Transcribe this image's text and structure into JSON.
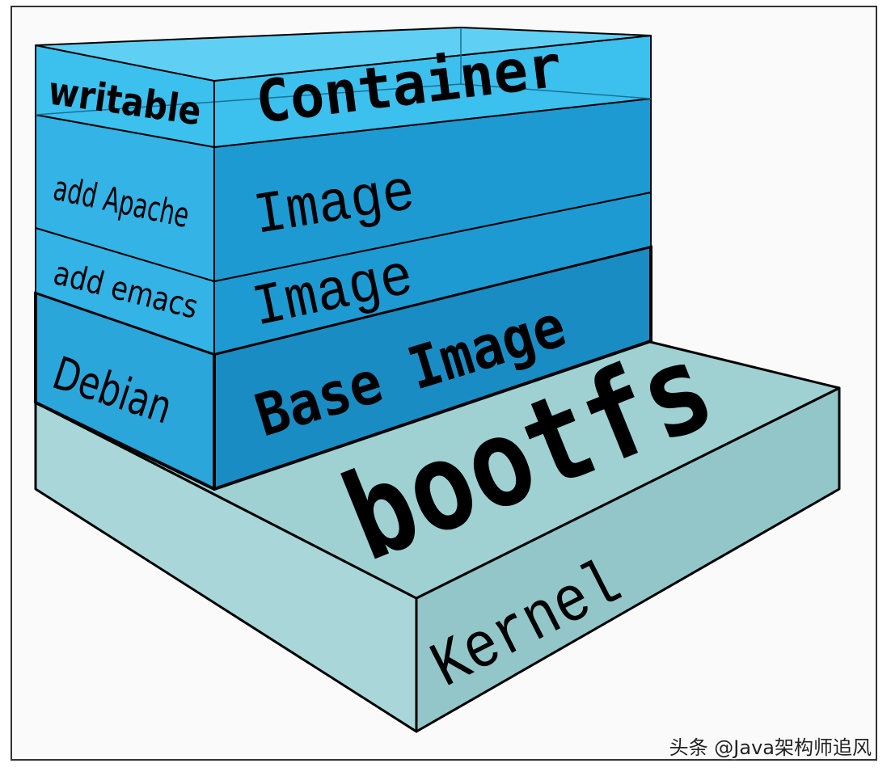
{
  "diagram": {
    "colors": {
      "frame_border": "#333333",
      "background": "#fafafa",
      "kernel_front": "#a9d7d9",
      "kernel_top": "#9fd1d3",
      "kernel_side": "#93c6c8",
      "layer_side_light": "#34b3e6",
      "layer_side_dark": "#1e9ad2",
      "layer_front_light": "#2aa6db",
      "layer_front_dark": "#1a8cc4",
      "container_glass": "#3cc0ee",
      "outline": "#000000",
      "text": "#000000"
    },
    "layers": [
      {
        "id": "container",
        "side_label": "writable",
        "front_label": "Container"
      },
      {
        "id": "apache",
        "side_label": "add Apache",
        "front_label": "Image"
      },
      {
        "id": "emacs",
        "side_label": "add emacs",
        "front_label": "Image"
      },
      {
        "id": "base",
        "side_label": "Debian",
        "front_label": "Base Image"
      }
    ],
    "platform": {
      "top_label": "bootfs",
      "front_label": "Kernel"
    }
  },
  "watermark": "头条 @Java架构师追风"
}
